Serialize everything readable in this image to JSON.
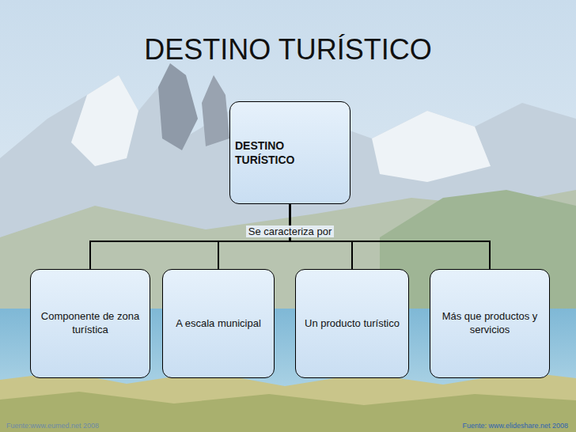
{
  "diagram": {
    "title": "DESTINO TURÍSTICO",
    "nodes": [
      {
        "text": [
          "DESTINO TURÍSTICO"
        ]
      },
      {
        "text": [
          "Componente de zona turística"
        ]
      },
      {
        "text": [
          "A escala municipal"
        ]
      },
      {
        "text": [
          "Un producto turístico"
        ]
      },
      {
        "text": [
          "Más que productos y servicios"
        ]
      }
    ],
    "edges": [
      {
        "from": 0,
        "to": 1,
        "arrow": "none"
      },
      {
        "from": 0,
        "to": 2,
        "arrow": "none"
      },
      {
        "from": 0,
        "to": 3,
        "arrow": "none"
      },
      {
        "from": 0,
        "to": 4,
        "arrow": "none"
      }
    ],
    "labels": [
      "Se caracteriza por",
      "Fuente:www.eumed.net 2008",
      "Fuente: www.elideshare.net 2008"
    ]
  }
}
